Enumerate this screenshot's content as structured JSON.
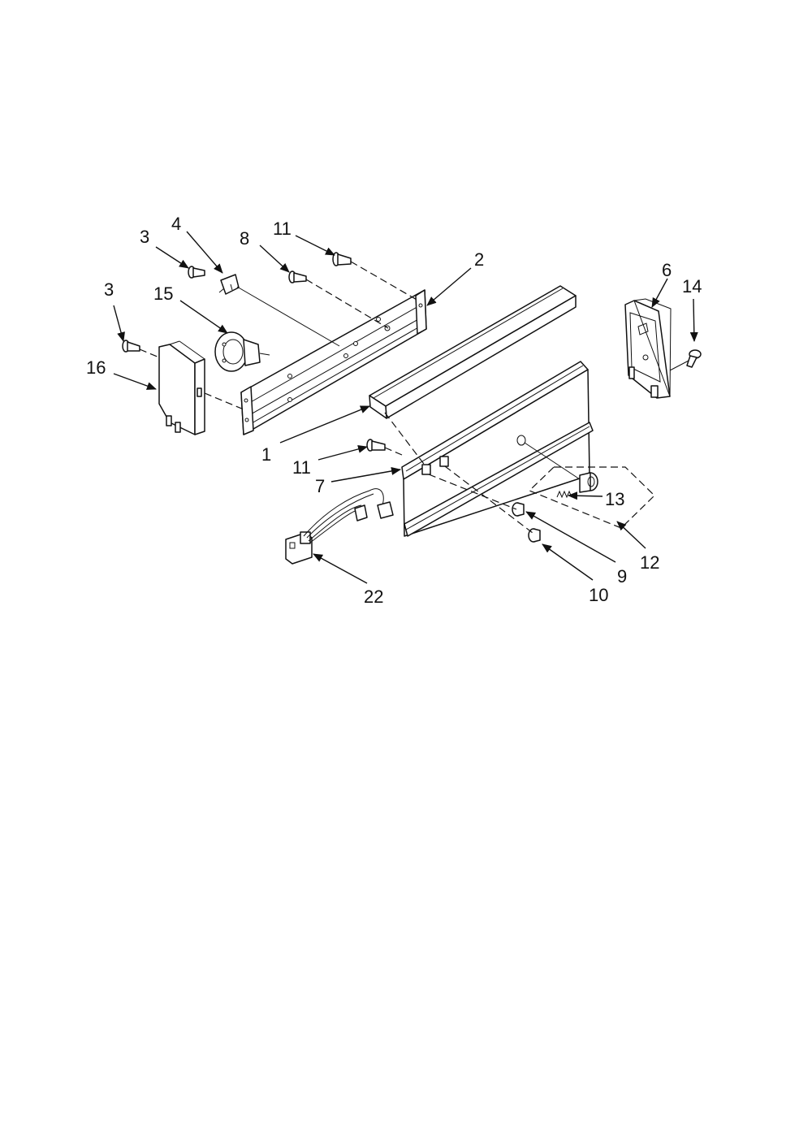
{
  "diagram": {
    "callouts": {
      "c1": "1",
      "c2": "2",
      "c3a": "3",
      "c3b": "3",
      "c4": "4",
      "c6": "6",
      "c7": "7",
      "c8": "8",
      "c9": "9",
      "c10": "10",
      "c11a": "11",
      "c11b": "11",
      "c12": "12",
      "c13": "13",
      "c14": "14",
      "c15": "15",
      "c16": "16",
      "c22": "22"
    }
  }
}
